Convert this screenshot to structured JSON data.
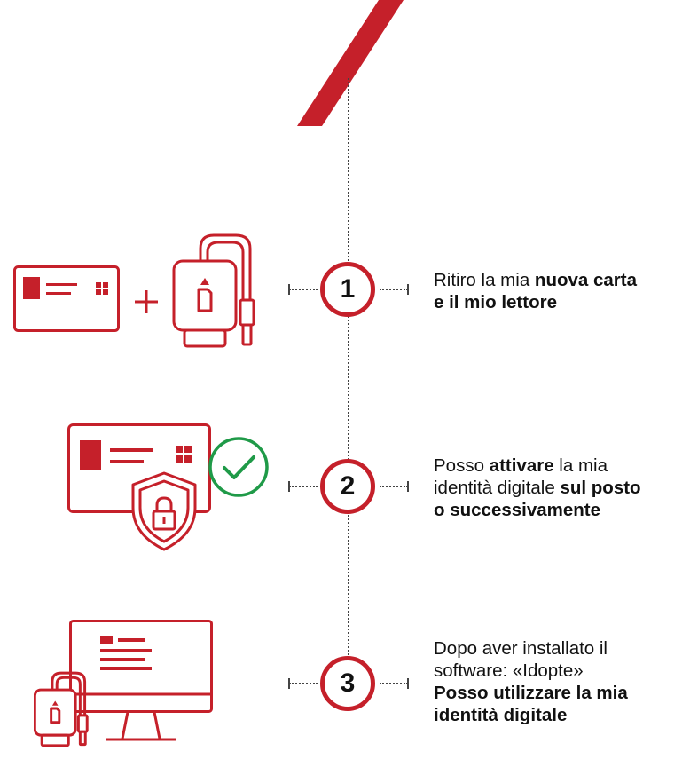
{
  "colors": {
    "accent": "#c5202a",
    "check": "#1f9a48",
    "text": "#111111"
  },
  "steps": [
    {
      "number": "1",
      "icons": [
        "id-card-icon",
        "plus-icon",
        "card-reader-icon"
      ],
      "lines": [
        [
          {
            "t": "Ritiro la mia ",
            "b": false
          },
          {
            "t": "nuova carta",
            "b": true
          }
        ],
        [
          {
            "t": "e il mio lettore",
            "b": true
          }
        ]
      ]
    },
    {
      "number": "2",
      "icons": [
        "id-card-icon",
        "shield-lock-icon",
        "check-circle-icon"
      ],
      "lines": [
        [
          {
            "t": "Posso ",
            "b": false
          },
          {
            "t": "attivare",
            "b": true
          },
          {
            "t": " la mia",
            "b": false
          }
        ],
        [
          {
            "t": "identità digitale ",
            "b": false
          },
          {
            "t": "sul posto",
            "b": true
          }
        ],
        [
          {
            "t": "o successivamente",
            "b": true
          }
        ]
      ]
    },
    {
      "number": "3",
      "icons": [
        "monitor-icon",
        "card-reader-icon"
      ],
      "lines": [
        [
          {
            "t": "Dopo aver installato il",
            "b": false
          }
        ],
        [
          {
            "t": "software: «Idopte»",
            "b": false
          }
        ],
        [
          {
            "t": "Posso utilizzare la mia",
            "b": true
          }
        ],
        [
          {
            "t": "identità digitale",
            "b": true
          }
        ]
      ]
    }
  ]
}
